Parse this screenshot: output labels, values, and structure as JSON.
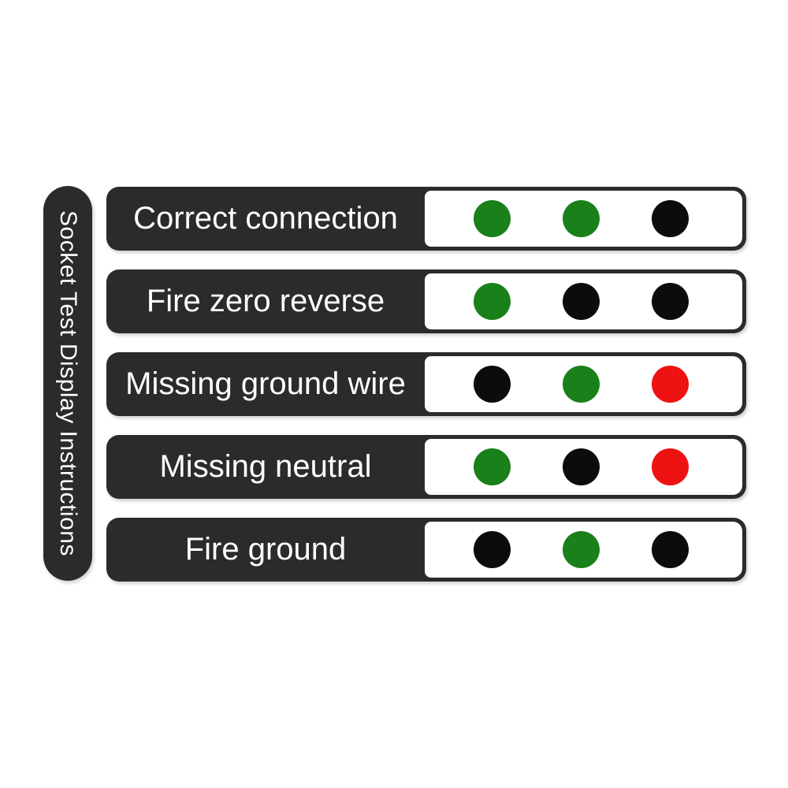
{
  "page": {
    "background": "#ffffff"
  },
  "sidebar": {
    "title": "Socket Test Display Instructions"
  },
  "legend": {
    "colors": {
      "label_bg": "#2b2b2b",
      "panel_bg": "#ffffff",
      "green": "#1a801a",
      "red": "#ee1212",
      "black": "#0c0c0c"
    },
    "rows": [
      {
        "label": "Correct connection",
        "lights": [
          "green",
          "green",
          "black"
        ]
      },
      {
        "label": "Fire zero reverse",
        "lights": [
          "green",
          "black",
          "black"
        ]
      },
      {
        "label": "Missing ground wire",
        "lights": [
          "black",
          "green",
          "red"
        ]
      },
      {
        "label": "Missing neutral",
        "lights": [
          "green",
          "black",
          "red"
        ]
      },
      {
        "label": "Fire ground",
        "lights": [
          "black",
          "green",
          "black"
        ]
      }
    ]
  }
}
